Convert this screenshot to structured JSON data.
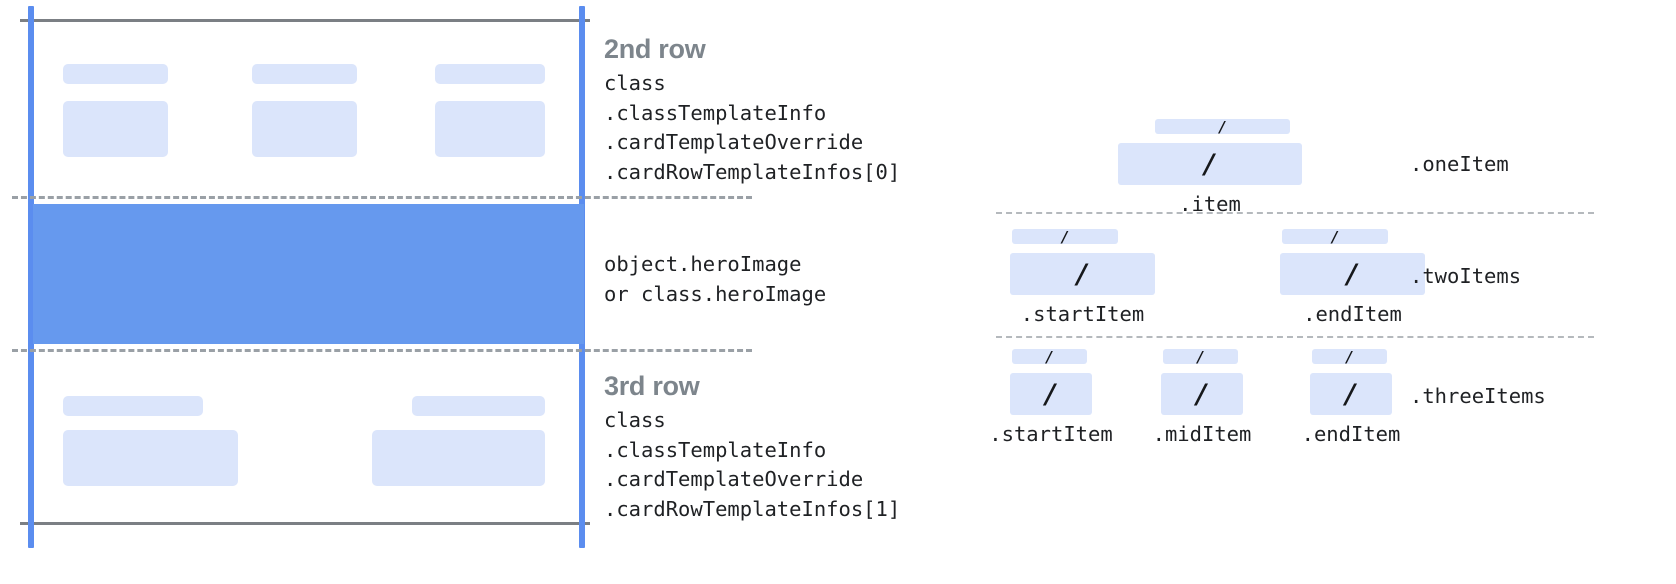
{
  "card_anatomy": {
    "rows": [
      {
        "title": "2nd row",
        "code": "class\n.classTemplateInfo\n.cardTemplateOverride\n.cardRowTemplateInfos[0]",
        "placeholders": 3
      },
      {
        "title": "",
        "code": "object.heroImage\nor class.heroImage",
        "placeholders": 0
      },
      {
        "title": "3rd row",
        "code": "class\n.classTemplateInfo\n.cardTemplateOverride\n.cardRowTemplateInfos[1]",
        "placeholders": 2
      }
    ],
    "colors": {
      "hero_band": "#6699ee",
      "placeholder": "#dbe5fb",
      "guide_blue": "#5b8def",
      "rule_gray": "#7b7f84",
      "dash_gray": "#9aa0a6",
      "title_gray": "#7d858c"
    }
  },
  "item_templates": {
    "groups": [
      {
        "name": ".oneItem",
        "slots": [
          {
            "label": ".item",
            "glyph": "/"
          }
        ]
      },
      {
        "name": ".twoItems",
        "slots": [
          {
            "label": ".startItem",
            "glyph": "/"
          },
          {
            "label": ".endItem",
            "glyph": "/"
          }
        ]
      },
      {
        "name": ".threeItems",
        "slots": [
          {
            "label": ".startItem",
            "glyph": "/"
          },
          {
            "label": ".midItem",
            "glyph": "/"
          },
          {
            "label": ".endItem",
            "glyph": "/"
          }
        ]
      }
    ]
  }
}
